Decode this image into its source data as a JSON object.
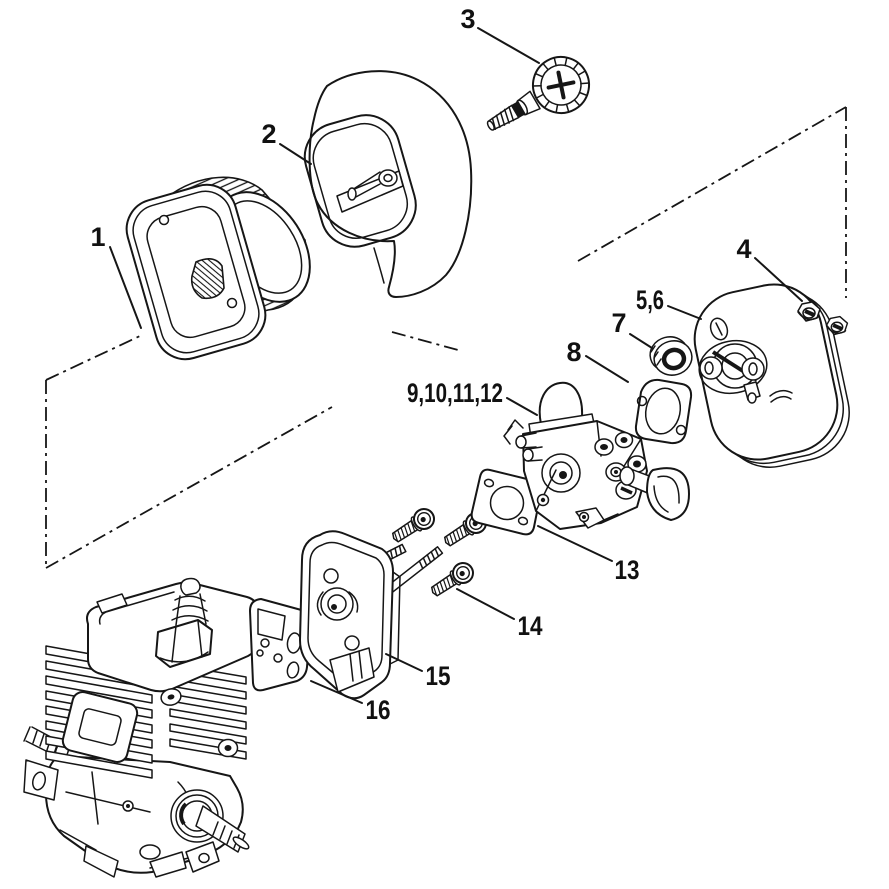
{
  "diagram": {
    "background": "#ffffff",
    "line_color": "#161616",
    "style": "exploded-parts-line-drawing",
    "callouts": [
      {
        "label": "1",
        "part": "air-filter"
      },
      {
        "label": "2",
        "part": "air-filter-cover"
      },
      {
        "label": "3",
        "part": "cover-thumb-screw"
      },
      {
        "label": "4",
        "part": "flange-nuts"
      },
      {
        "label": "5,6",
        "part": "filter-base-plate"
      },
      {
        "label": "7",
        "part": "plug-grommet"
      },
      {
        "label": "8",
        "part": "filter-base-gasket"
      },
      {
        "label": "9,10,11,12",
        "part": "carburetor"
      },
      {
        "label": "13",
        "part": "carburetor-gasket"
      },
      {
        "label": "14",
        "part": "mounting-screw"
      },
      {
        "label": "15",
        "part": "intake-manifold-flange"
      },
      {
        "label": "16",
        "part": "manifold-gasket"
      }
    ]
  }
}
